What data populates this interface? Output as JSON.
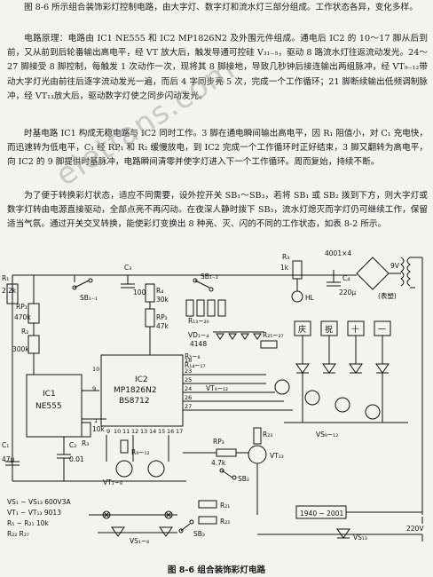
{
  "text": {
    "p1": "图 8-6 所示组合装饰彩灯控制电路，由大字灯、数字灯和流水灯三部分组成。工作状态各异，变化多样。",
    "p2": "电路原理：电路由 IC1 NE555 和 IC2 MP1826N2 及外围元件组成。通电后 IC2 的 10～17 脚从后到前，又从前到后轮番输出高电平，经 VT 放大后，触发导通可控硅 V₃₁₋₅，驱动 8 路流水灯往返流动发光。24～27 脚接受 8 脚控制，每触发 1 次动作一次，现将其 8 脚接地，导致几秒钟后接连输出两组脉冲，经 VT₉₋₁₂带动大字灯光由前往后逐字流动发光一遍，而后 4 字同步亮 5 次，完成一个工作循环；21 脚断续输出低频调制脉冲，经 VT₁₃放大后，驱动数字灯使之同步闪动发光。",
    "p3": "时基电路 IC1 构成无稳电路与 IC2 同时工作。3 脚在通电瞬间输出高电平，因 R₁ 阻值小，对 C₁ 充电快，而迅速转为低电平，C₁ 经 RP₁ 和 R₂ 缓慢放电，到 IC2 完成一个工作循环时正好结束，3 脚又翻转为高电平，向 IC2 的 9 脚提供时基脉冲，电路瞬间清零并使字灯进入下一个工作循环。周而复始，持续不断。",
    "p4": "为了便于转换彩灯状态，适应不同需要，设外控开关 SB₁～SB₃，若将 SB₁ 或 SB₂ 拨到下方，则大字灯或数字灯转由电源直接驱动，全部点亮不再闪动。在夜深人静时拨下 SB₃，流水灯熄灭而字灯仍可继续工作，保留适当气氛。通过开关交叉转换，能使彩灯变换出 8 种亮、灭、闪的不同的工作状态，如表 8-2 所示。",
    "watermark": "eletfans.com"
  },
  "diagram": {
    "labels": {
      "r1": "R₁",
      "r1v": "2.2k",
      "c3": "C₃",
      "c3v": "100",
      "sb1": "SB₁₋₁",
      "sb12": "SB₁₋₂",
      "r4": "R₄",
      "r4v": "30k",
      "rp2": "RP₂",
      "rp2v": "47k",
      "rp1": "RP₁",
      "rp1v": "470k",
      "r2": "R₂",
      "r2v": "300k",
      "r1320": "R₁₃~₂₀",
      "vd": "VD₁~₄",
      "vdv": "4148",
      "r2527": "R₂₅~₂₇",
      "ic1": "IC1",
      "ne555": "NE555",
      "ic2": "IC2",
      "mp": "MP1826N2",
      "bs": "BS8712",
      "r58": "R₅~₈",
      "r1417": "R₁₄~₁₇",
      "vt912": "VT₉~₁₂",
      "vs912": "VS₉~₁₂",
      "c1": "C₁",
      "c1v": "47μ",
      "c2": "C₂",
      "c2v": "0.01",
      "r3": "R₃",
      "r3v": "10k",
      "r912": "R₉~₁₂",
      "rp3": "RP₃",
      "rp3v": "4.7k",
      "r23": "R₂₃",
      "vt13": "VT₁₃",
      "sb2": "SB₂",
      "vt18": "VT₁~₈",
      "r21": "R₂₁",
      "r22": "R₂₂",
      "sb3": "SB₃",
      "vs18": "VS₁~₈",
      "r3b": "R₃",
      "r3bv": "1k",
      "c4": "C₄",
      "c4v": "220μ",
      "hl": "HL",
      "bridge": "4001×4",
      "v9": "9V",
      "bellows": "(表塑)",
      "tag": "1940 ~ 2001",
      "vs13": "VS₁₃",
      "v220": "220V",
      "spec1": "VS₁ ~ VS₁₃   600V3A",
      "spec2": "VT₁ ~ VT₁₃   9013",
      "spec3": "R₅ ~ R₂₁   10k",
      "spec4": "R₂₂   R₂₇"
    },
    "chars": [
      "庆",
      "祝",
      "十",
      "一"
    ],
    "pins_left": [
      "10",
      "9",
      "1"
    ],
    "pins_bottom": [
      "9",
      "10",
      "11",
      "12",
      "13",
      "14",
      "15",
      "16",
      "17"
    ],
    "pins_right": [
      "18",
      "23",
      "25",
      "24",
      "26",
      "27"
    ],
    "caption": "图 8-6   组合装饰彩灯电路"
  }
}
